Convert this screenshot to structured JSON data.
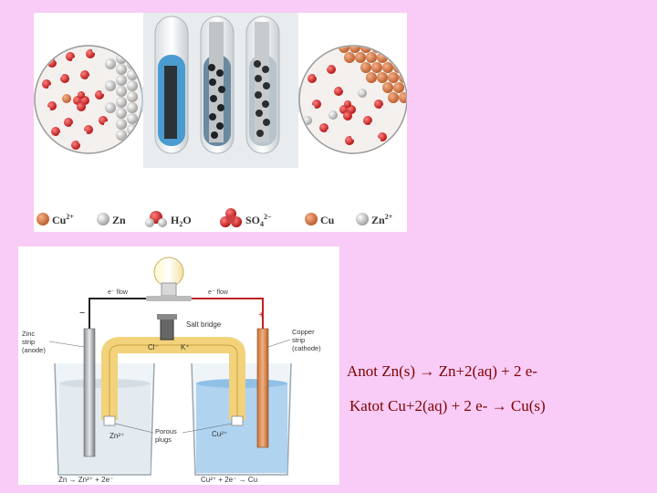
{
  "top_figure": {
    "legend": [
      {
        "icon": "copper-ion-icon",
        "label": "Cu",
        "sup": "2+"
      },
      {
        "icon": "zinc-atom-icon",
        "label": "Zn",
        "sup": ""
      },
      {
        "icon": "water-molecule-icon",
        "label": "H",
        "sub": "2",
        "label_tail": "O"
      },
      {
        "icon": "sulfate-ion-icon",
        "label": "SO",
        "sub": "4",
        "sup": "2−"
      },
      {
        "icon": "copper-atom-icon",
        "label": "Cu",
        "sup": ""
      },
      {
        "icon": "zinc-ion-icon",
        "label": "Zn",
        "sup": "2+"
      }
    ]
  },
  "bottom_figure": {
    "electron_flow_left": "e⁻ flow",
    "electron_flow_right": "e⁻ flow",
    "minus_sign": "−",
    "plus_sign": "+",
    "salt_bridge": "Salt bridge",
    "bridge_cl": "Cl⁻",
    "bridge_k": "K⁺",
    "zinc_strip_l1": "Zinc",
    "zinc_strip_l2": "strip",
    "zinc_strip_l3": "(anode)",
    "copper_strip_l1": "Copper",
    "copper_strip_l2": "strip",
    "copper_strip_l3": "(cathode)",
    "porous_l1": "Porous",
    "porous_l2": "plugs",
    "zn_ion": "Zn²⁺",
    "cu_ion": "Cu²⁺",
    "anode_reaction": "Zn → Zn²⁺ + 2e⁻",
    "cathode_reaction": "Cu²⁺ + 2e⁻ → Cu"
  },
  "equations": {
    "anode": "Anot Zn(s) → Zn+2(aq) + 2 e-",
    "cathode": "Katot Cu+2(aq) + 2 e- → Cu(s)"
  },
  "colors": {
    "background": "#f8ccf6",
    "equation_text": "#800000",
    "copper_ion": "#c06a3a",
    "sulfate": "#d82020",
    "solution_blue": "#a9cfee",
    "salt_bridge": "#f2d27a"
  }
}
